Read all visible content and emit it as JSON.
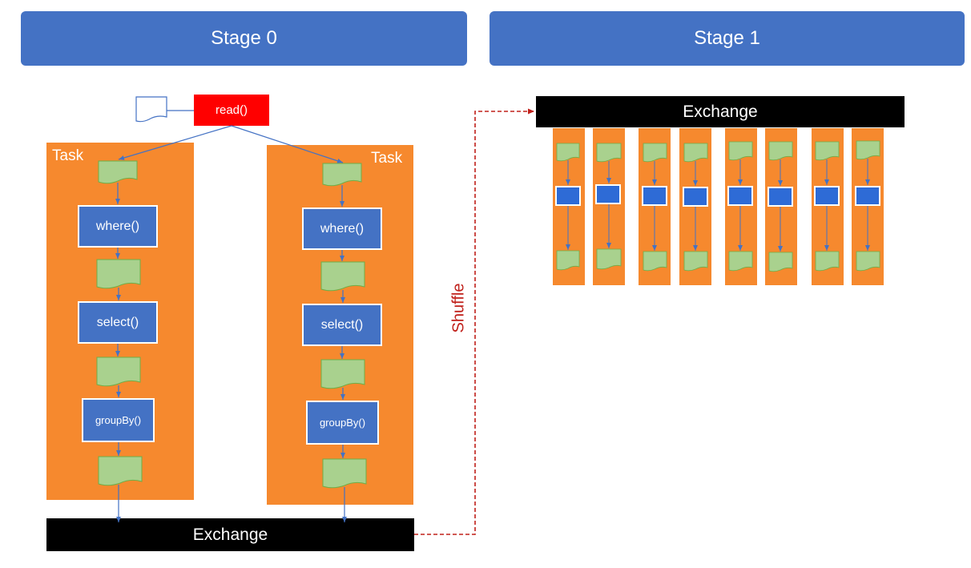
{
  "stages": [
    {
      "label": "Stage 0"
    },
    {
      "label": "Stage 1"
    }
  ],
  "stage0": {
    "read_label": "read()",
    "tasks": [
      {
        "label": "Task",
        "ops": [
          "where()",
          "select()",
          "groupBy()"
        ]
      },
      {
        "label": "Task",
        "ops": [
          "where()",
          "select()",
          "groupBy()"
        ]
      }
    ],
    "exchange_label": "Exchange"
  },
  "shuffle_label": "Shuffle",
  "stage1": {
    "exchange_label": "Exchange",
    "partition_count": 8
  },
  "colors": {
    "stage_header": "#4472C4",
    "task_panel": "#F6892E",
    "op_box": "#4472C4",
    "read_box": "#FF0000",
    "exchange_bar": "#000000",
    "data_shape_fill": "#A9D18E",
    "data_shape_stroke": "#70AD47",
    "shuffle_line": "#C0201A",
    "connector": "#4472C4"
  }
}
